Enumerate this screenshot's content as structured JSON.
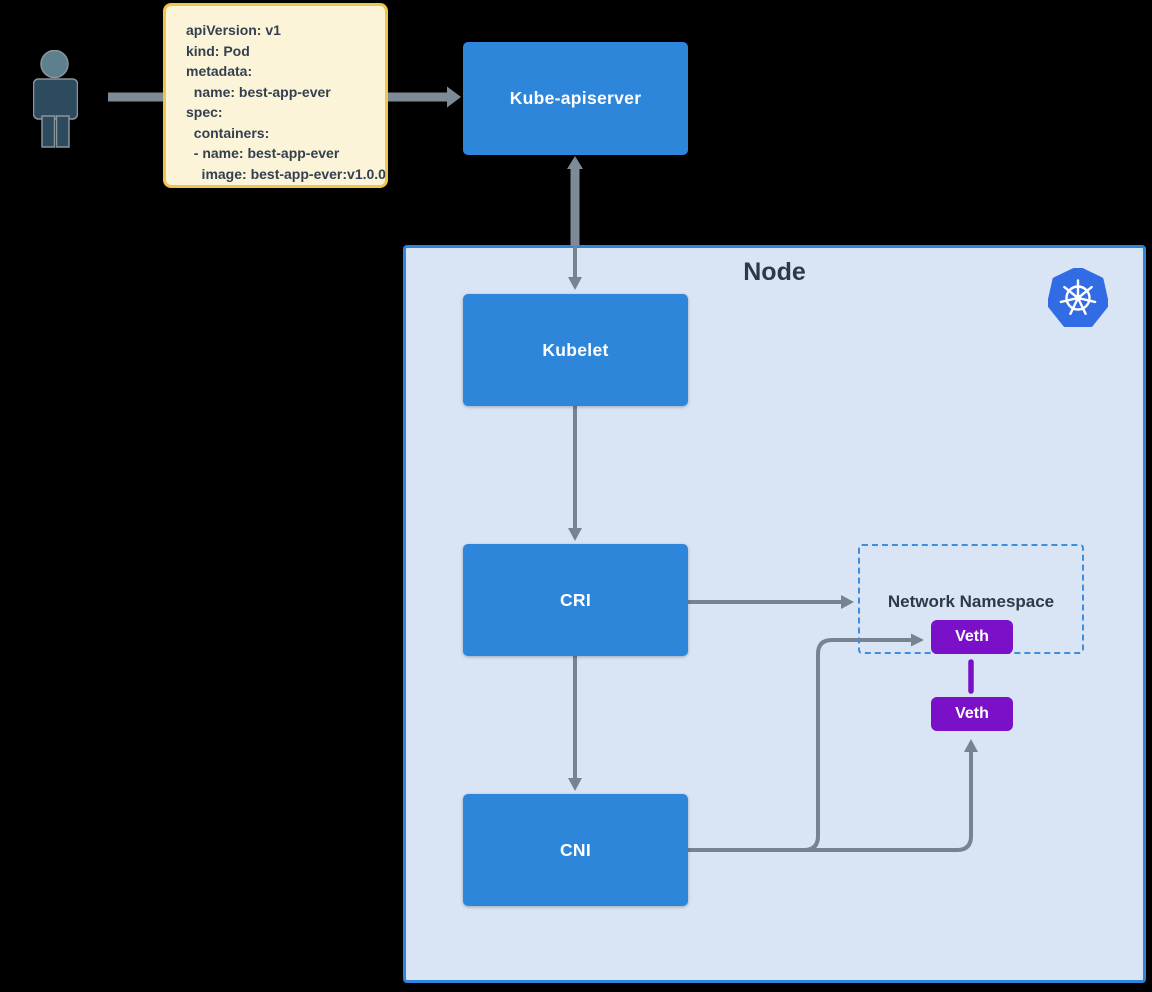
{
  "manifest": {
    "yaml": "apiVersion: v1\nkind: Pod\nmetadata:\n  name: best-app-ever\nspec:\n  containers:\n  - name: best-app-ever\n    image: best-app-ever:v1.0.0"
  },
  "boxes": {
    "apiserver": "Kube-apiserver",
    "kubelet": "Kubelet",
    "cri": "CRI",
    "cni": "CNI"
  },
  "node": {
    "title": "Node"
  },
  "network_namespace": {
    "label": "Network Namespace"
  },
  "veth": {
    "inside": "Veth",
    "outside": "Veth"
  },
  "icons": {
    "user": "person-icon",
    "kubernetes": "kubernetes-helm-logo-icon"
  },
  "colors": {
    "background": "#000000",
    "box_blue": "#2E86DB",
    "node_fill": "#D9E5F4",
    "node_border": "#2E86DB",
    "manifest_fill": "#FCF4D8",
    "manifest_border": "#F0C54B",
    "veth_purple": "#7A10C8",
    "arrow_gray": "#77838F",
    "arrow_gray_thick": "#7E8A95",
    "kubernetes_blue": "#326CE5",
    "dark_text": "#2C3A47",
    "person_head": "#5D808F",
    "person_body": "#2E4A5E"
  }
}
